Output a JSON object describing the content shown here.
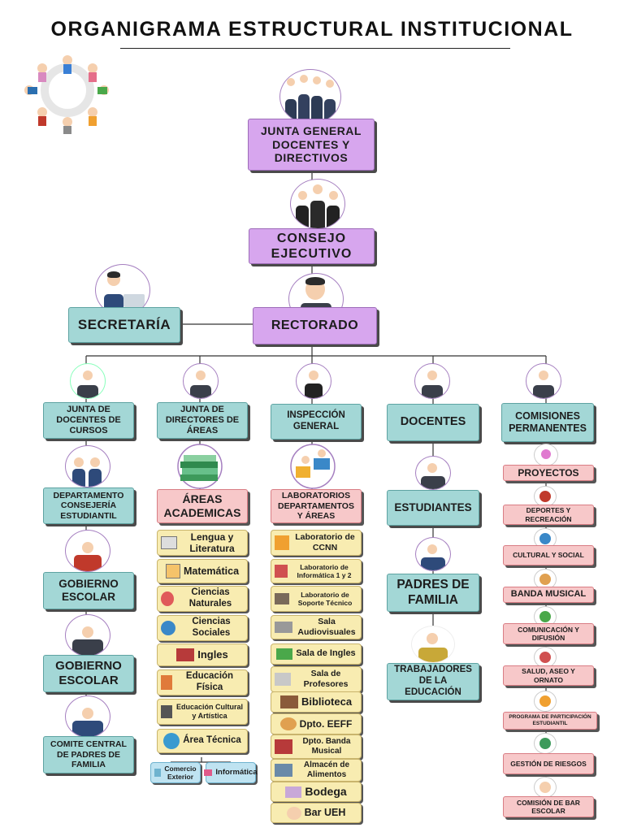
{
  "title": "ORGANIGRAMA ESTRUCTURAL INSTITUCIONAL",
  "junta_general": "JUNTA GENERAL DOCENTES Y DIRECTIVOS",
  "consejo": "CONSEJO EJECUTIVO",
  "secretaria": "SECRETARÍA",
  "rectorado": "RECTORADO",
  "col1": {
    "junta_cursos": "JUNTA DE DOCENTES DE CURSOS",
    "dece": "DEPARTAMENTO CONSEJERÍA ESTUDIANTIL",
    "gobierno1": "GOBIERNO ESCOLAR",
    "gobierno2": "GOBIERNO ESCOLAR",
    "comite": "COMITE CENTRAL DE PADRES DE FAMILIA"
  },
  "col2": {
    "junta_areas": "JUNTA DE DIRECTORES DE ÁREAS",
    "areas": "ÁREAS ACADEMICAS",
    "items": [
      "Lengua y Literatura",
      "Matemática",
      "Ciencias Naturales",
      "Ciencias Sociales",
      "Ingles",
      "Educación Física",
      "Educación Cultural y Artística",
      "Área Técnica"
    ],
    "sub": [
      "Comercio Exterior",
      "Informática"
    ]
  },
  "col3": {
    "inspeccion": "INSPECCIÓN GENERAL",
    "labs": "LABORATORIOS DEPARTAMENTOS Y ÁREAS",
    "items": [
      "Laboratorio de CCNN",
      "Laboratorio de Informática 1 y 2",
      "Laboratorio de Soporte Técnico",
      "Sala Audiovisuales",
      "Sala de Ingles",
      "Sala de Profesores",
      "Biblioteca",
      "Dpto. EEFF",
      "Dpto. Banda Musical",
      "Almacén de Alimentos",
      "Bodega",
      "Bar UEH"
    ]
  },
  "col4": {
    "docentes": "DOCENTES",
    "estudiantes": "ESTUDIANTES",
    "padres": "PADRES DE FAMILIA",
    "trabajadores": "TRABAJADORES DE LA EDUCACIÓN"
  },
  "col5": {
    "comisiones": "COMISIONES PERMANENTES",
    "items": [
      "PROYECTOS",
      "DEPORTES Y RECREACIÓN",
      "CULTURAL Y SOCIAL",
      "BANDA MUSICAL",
      "COMUNICACIÓN Y DIFUSIÓN",
      "SALUD, ASEO Y ORNATO",
      "PROGRAMA DE PARTICIPACIÓN ESTUDIANTIL",
      "GESTIÓN DE RIESGOS",
      "COMISIÓN DE BAR ESCOLAR"
    ]
  }
}
